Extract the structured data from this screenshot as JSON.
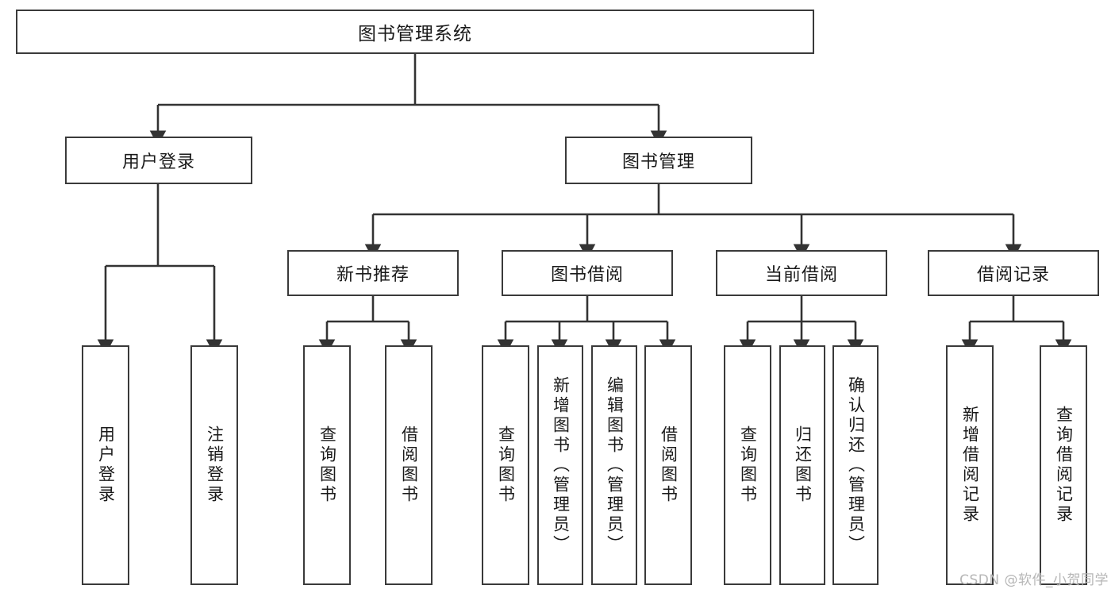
{
  "diagram": {
    "type": "tree-hierarchy-chart",
    "title": "图书管理系统",
    "root": {
      "id": "root",
      "label": "图书管理系统",
      "level": 0
    },
    "level1": [
      {
        "id": "user-login",
        "label": "用户登录"
      },
      {
        "id": "book-management",
        "label": "图书管理"
      }
    ],
    "level2": [
      {
        "id": "new-book-recommend",
        "label": "新书推荐",
        "parent": "book-management"
      },
      {
        "id": "book-borrow",
        "label": "图书借阅",
        "parent": "book-management"
      },
      {
        "id": "current-borrow",
        "label": "当前借阅",
        "parent": "book-management"
      },
      {
        "id": "borrow-record",
        "label": "借阅记录",
        "parent": "book-management"
      }
    ],
    "leaves": [
      {
        "id": "leaf-user-login",
        "label": "用户登录",
        "parent": "user-login"
      },
      {
        "id": "leaf-user-logout",
        "label": "注销登录",
        "parent": "user-login"
      },
      {
        "id": "leaf-query-book-1",
        "label": "查询图书",
        "parent": "new-book-recommend"
      },
      {
        "id": "leaf-borrow-book-1",
        "label": "借阅图书",
        "parent": "new-book-recommend"
      },
      {
        "id": "leaf-query-book-2",
        "label": "查询图书",
        "parent": "book-borrow"
      },
      {
        "id": "leaf-add-book",
        "label": "新增图书（管理员）",
        "parent": "book-borrow"
      },
      {
        "id": "leaf-edit-book",
        "label": "编辑图书（管理员）",
        "parent": "book-borrow"
      },
      {
        "id": "leaf-borrow-book-2",
        "label": "借阅图书",
        "parent": "book-borrow"
      },
      {
        "id": "leaf-query-book-3",
        "label": "查询图书",
        "parent": "current-borrow"
      },
      {
        "id": "leaf-return-book",
        "label": "归还图书",
        "parent": "current-borrow"
      },
      {
        "id": "leaf-confirm-return",
        "label": "确认归还（管理员）",
        "parent": "current-borrow"
      },
      {
        "id": "leaf-add-record",
        "label": "新增借阅记录",
        "parent": "borrow-record"
      },
      {
        "id": "leaf-query-record",
        "label": "查询借阅记录",
        "parent": "borrow-record"
      }
    ],
    "colors": {
      "border": "#3a3a3a",
      "background": "#ffffff",
      "text": "#1a1a1a",
      "connector": "#333333",
      "watermark": "#b6b6b6"
    }
  },
  "watermark": {
    "text": "CSDN @软件_小贺同学"
  }
}
